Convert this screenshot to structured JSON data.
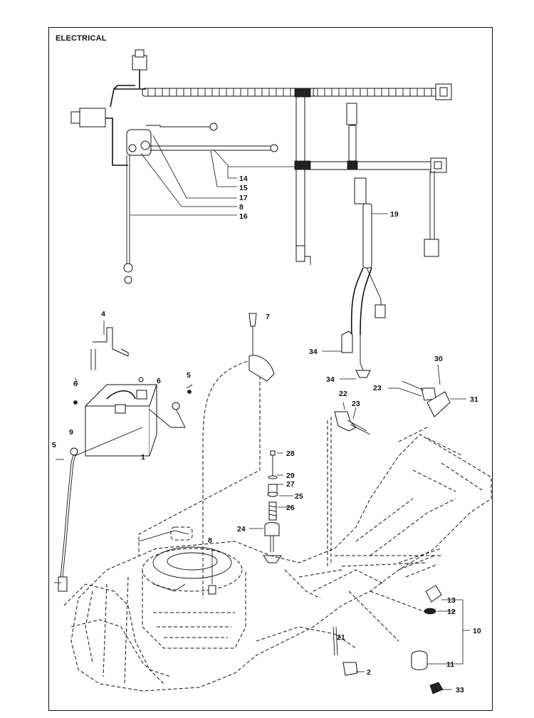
{
  "header": {
    "title": "ELECTRICAL"
  },
  "callouts": {
    "c1": "1",
    "c2": "2",
    "c4": "4",
    "c5a": "5",
    "c5b": "5",
    "c6a": "6",
    "c6b": "6",
    "c7": "7",
    "c8a": "8",
    "c8b": "8",
    "c9": "9",
    "c10": "10",
    "c11": "11",
    "c12": "12",
    "c13": "13",
    "c14": "14",
    "c15": "15",
    "c16": "16",
    "c17": "17",
    "c19": "19",
    "c21": "21",
    "c22": "22",
    "c23a": "23",
    "c23b": "23",
    "c24": "24",
    "c25": "25",
    "c26": "26",
    "c27": "27",
    "c28": "28",
    "c29": "29",
    "c30": "30",
    "c31": "31",
    "c33": "33",
    "c34a": "34",
    "c34b": "34"
  }
}
